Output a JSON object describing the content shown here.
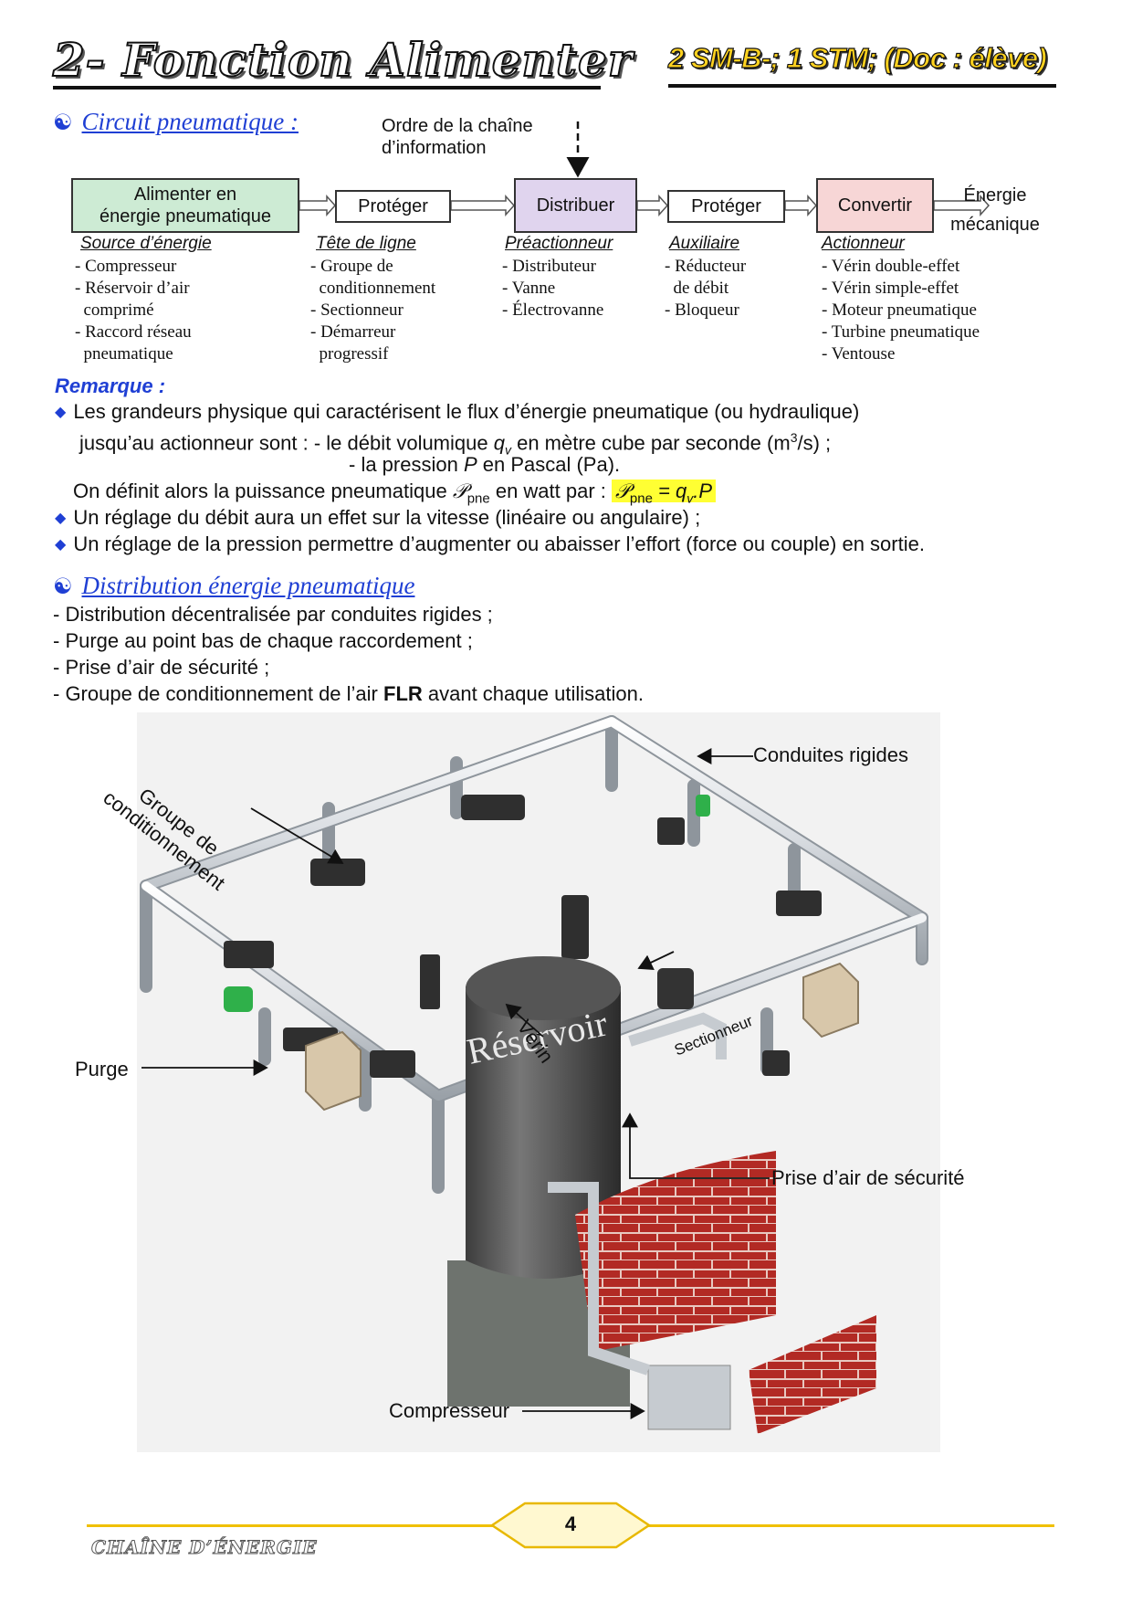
{
  "header": {
    "title": "2- Fonction Alimenter",
    "level": "2 SM-B-; 1 STM; (Doc : élève)"
  },
  "section1": {
    "heading": "Circuit pneumatique :",
    "order_label_line1": "Ordre de la chaîne",
    "order_label_line2": "d’information",
    "output_label_line1": "Énergie",
    "output_label_line2": "mécanique",
    "boxes": [
      {
        "label_line1": "Alimenter en",
        "label_line2": "énergie pneumatique",
        "color": "#cdebd4"
      },
      {
        "label_line1": "Protéger",
        "label_line2": "",
        "color": "#ffffff"
      },
      {
        "label_line1": "Distribuer",
        "label_line2": "",
        "color": "#e0d4ee"
      },
      {
        "label_line1": "Protéger",
        "label_line2": "",
        "color": "#ffffff"
      },
      {
        "label_line1": "Convertir",
        "label_line2": "",
        "color": "#f7d6d6"
      }
    ],
    "columns": [
      {
        "title": "Source d’énergie",
        "items": [
          "- Compresseur",
          "- Réservoir d’air",
          "  comprimé",
          "- Raccord réseau",
          "  pneumatique"
        ]
      },
      {
        "title": "Tête de ligne",
        "items": [
          "- Groupe de",
          "  conditionnement",
          "- Sectionneur",
          "- Démarreur",
          "  progressif"
        ]
      },
      {
        "title": "Préactionneur",
        "items": [
          "- Distributeur",
          "- Vanne",
          "- Électrovanne"
        ]
      },
      {
        "title": "Auxiliaire",
        "items": [
          "- Réducteur",
          "  de débit",
          "- Bloqueur"
        ]
      },
      {
        "title": "Actionneur",
        "items": [
          "- Vérin double-effet",
          "- Vérin simple-effet",
          "- Moteur pneumatique",
          "- Turbine pneumatique",
          "- Ventouse"
        ]
      }
    ]
  },
  "remark": {
    "title": "Remarque :",
    "line1": "Les grandeurs physique qui caractérisent le flux d’énergie pneumatique (ou hydraulique)",
    "line2a": "jusqu’au actionneur sont : - le débit volumique ",
    "qv_q": "q",
    "qv_v": "v",
    "line2b": " en mètre cube par seconde (m",
    "sup3": "3",
    "line2c": "/s) ;",
    "line3a": "- la pression ",
    "line3P": "P",
    "line3b": " en Pascal (Pa).",
    "line4a": "On définit alors la puissance pneumatique ",
    "P_symbol": "𝒫",
    "pne": "pne",
    "line4b": "  en watt par : ",
    "formula_rhs": " = q",
    "formula_v": "v",
    "formula_end": ".P",
    "bullet2": "Un réglage du débit aura un effet sur la vitesse (linéaire ou angulaire) ;",
    "bullet3": "Un réglage de la pression permettre d’augmenter ou abaisser l’effort (force ou couple) en sortie."
  },
  "section2": {
    "heading": "Distribution énergie pneumatique",
    "lines": [
      "- Distribution décentralisée par conduites rigides ;",
      "- Purge au point bas de chaque raccordement ;",
      "- Prise d’air de sécurité ;"
    ],
    "last_line_a": "- Groupe de conditionnement de l’air ",
    "last_line_bold": "FLR",
    "last_line_b": " avant chaque utilisation."
  },
  "figure": {
    "label_groupe_1": "Groupe de",
    "label_groupe_2": "conditionnement",
    "label_conduites": "Conduites rigides",
    "label_verin": "Vérin",
    "label_sectionneur": "Sectionneur",
    "label_purge": "Purge",
    "label_reservoir": "Réservoir",
    "label_prise": "Prise d’air de sécurité",
    "label_compresseur": "Compresseur"
  },
  "footer": {
    "page_number": "4",
    "brand": "CHAÎNE D’ÉNERGIE"
  }
}
